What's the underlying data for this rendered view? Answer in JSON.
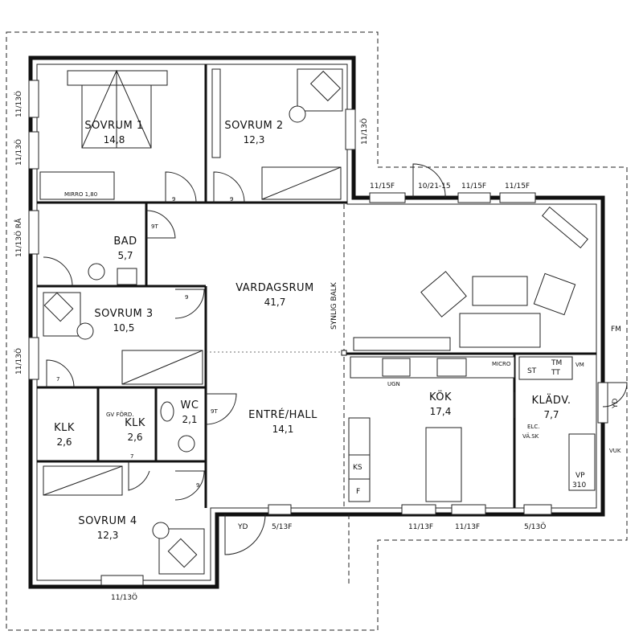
{
  "rooms": {
    "sovrum1": {
      "name": "SOVRUM 1",
      "area": "14,8"
    },
    "sovrum2": {
      "name": "SOVRUM 2",
      "area": "12,3"
    },
    "bad": {
      "name": "BAD",
      "area": "5,7"
    },
    "sovrum3": {
      "name": "SOVRUM 3",
      "area": "10,5"
    },
    "vardagsrum": {
      "name": "VARDAGSRUM",
      "area": "41,7"
    },
    "klk1": {
      "name": "KLK",
      "area": "2,6"
    },
    "klk2": {
      "name": "KLK",
      "area": "2,6"
    },
    "wc": {
      "name": "WC",
      "area": "2,1"
    },
    "entre": {
      "name": "ENTRÉ/HALL",
      "area": "14,1"
    },
    "kok": {
      "name": "KÖK",
      "area": "17,4"
    },
    "kladv": {
      "name": "KLÄDV.",
      "area": "7,7"
    },
    "sovrum4": {
      "name": "SOVRUM 4",
      "area": "12,3"
    }
  },
  "labels": {
    "mirror": "MIRRO 1,80",
    "synlig_balk": "SYNLIG BALK",
    "gv_ford": "GV FÖRD.",
    "ugn": "UGN",
    "micro": "MICRO",
    "st": "ST",
    "tm": "TM",
    "tt": "TT",
    "vm": "VM",
    "fm": "FM",
    "yd_right": "YD",
    "yd_bottom": "YD",
    "elc": "ELC.",
    "vask": "VÄ.SK",
    "vuk": "VUK",
    "vp": "VP",
    "vp_num": "310",
    "ks": "KS",
    "f": "F",
    "nine": "9",
    "nine_t": "9T",
    "seven": "7"
  },
  "windows": {
    "w_left1": "11/13Ö",
    "w_left2": "11/13Ö",
    "w_left3": "11/13Ö RÅ",
    "w_left4": "11/13Ö",
    "w_s2": "11/13Ö",
    "w_top1": "11/15F",
    "w_top2": "10/21-15",
    "w_top3": "11/15F",
    "w_top4": "11/15F",
    "w_bot_door": "5/13F",
    "w_bot_k1": "11/13F",
    "w_bot_k2": "11/13F",
    "w_bot_k3": "5/13Ö",
    "w_bot_s4": "11/13Ö"
  }
}
